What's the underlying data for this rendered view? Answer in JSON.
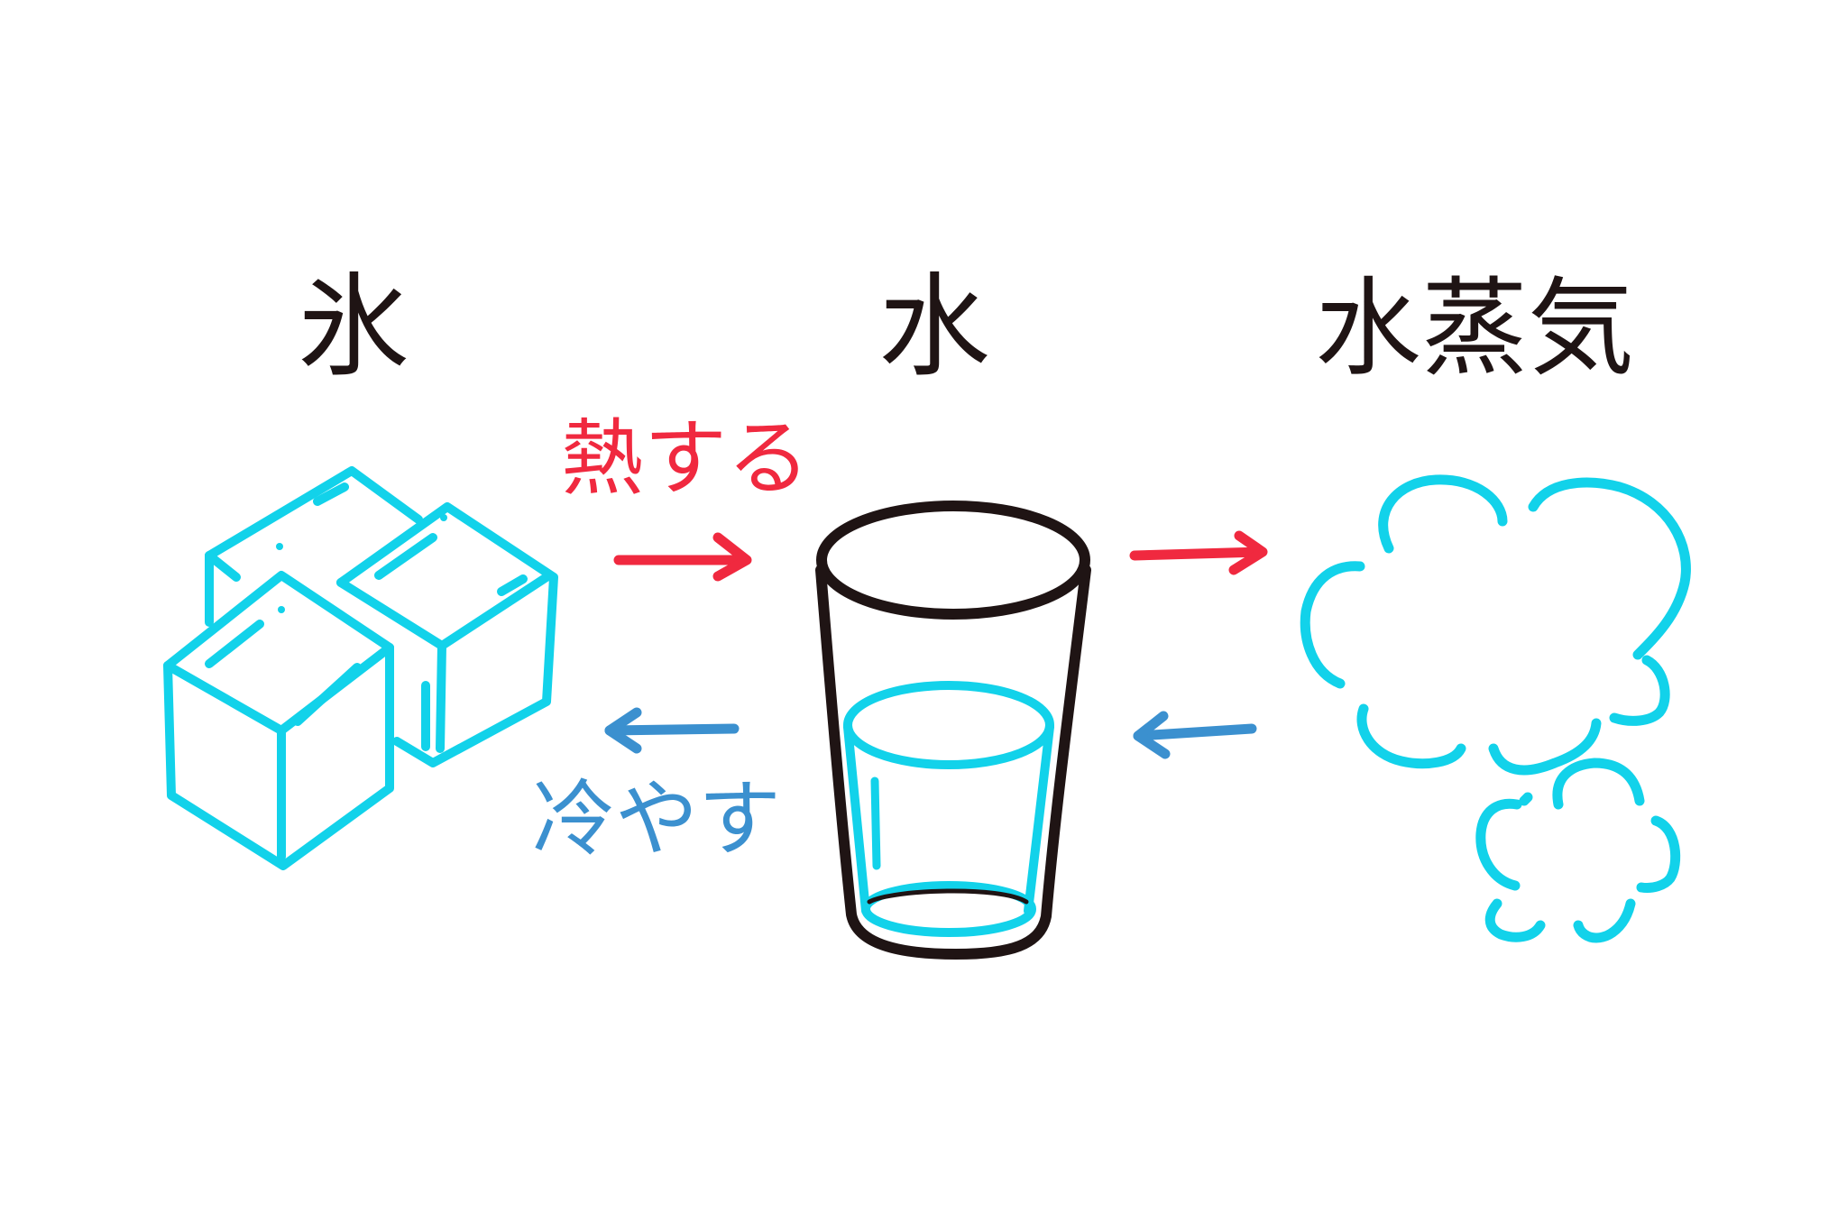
{
  "states": {
    "ice": {
      "label": "氷"
    },
    "water": {
      "label": "水"
    },
    "vapor": {
      "label": "水蒸気"
    }
  },
  "transitions": {
    "heat": {
      "label": "熱する"
    },
    "cool": {
      "label": "冷やす"
    }
  },
  "colors": {
    "ink": "#1f1414",
    "ice_water_vapor": "#12d2ea",
    "heat": "#f0293f",
    "cool": "#3b90cf"
  },
  "icons": {
    "ice": "ice-cubes-icon",
    "water": "glass-of-water-icon",
    "vapor": "steam-cloud-icon"
  }
}
